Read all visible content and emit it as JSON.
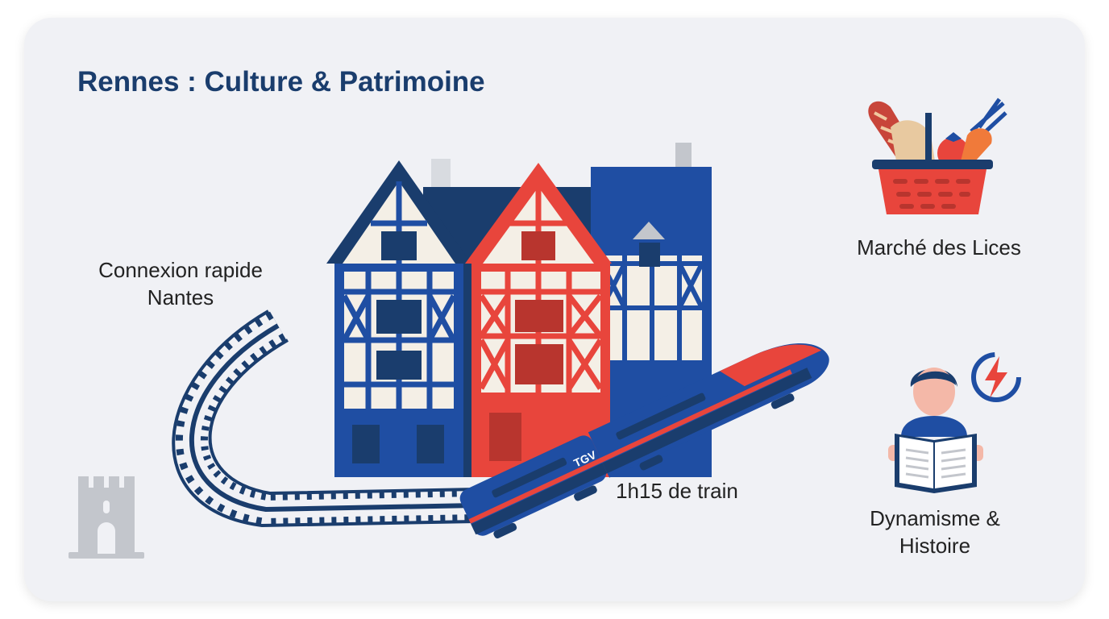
{
  "title": "Rennes : Culture & Patrimoine",
  "labels": {
    "connexion_line1": "Connexion rapide",
    "connexion_line2": "Nantes",
    "train_time": "1h15 de train",
    "marche": "Marché des Lices",
    "dynamisme_line1": "Dynamisme &",
    "dynamisme_line2": "Histoire"
  },
  "train_logo": "TGV",
  "icons": {
    "tower": "castle-tower-icon",
    "houses": "half-timbered-houses-icon",
    "train": "tgv-train-icon",
    "rails": "railway-track-icon",
    "basket": "market-basket-icon",
    "reader": "person-reading-icon",
    "lightning": "lightning-bolt-icon"
  },
  "colors": {
    "navy": "#1a3d6d",
    "blue": "#1f4ea3",
    "red": "#e8453c",
    "cream": "#f4efe6",
    "grey": "#c3c6cc",
    "card": "#f0f1f5"
  }
}
